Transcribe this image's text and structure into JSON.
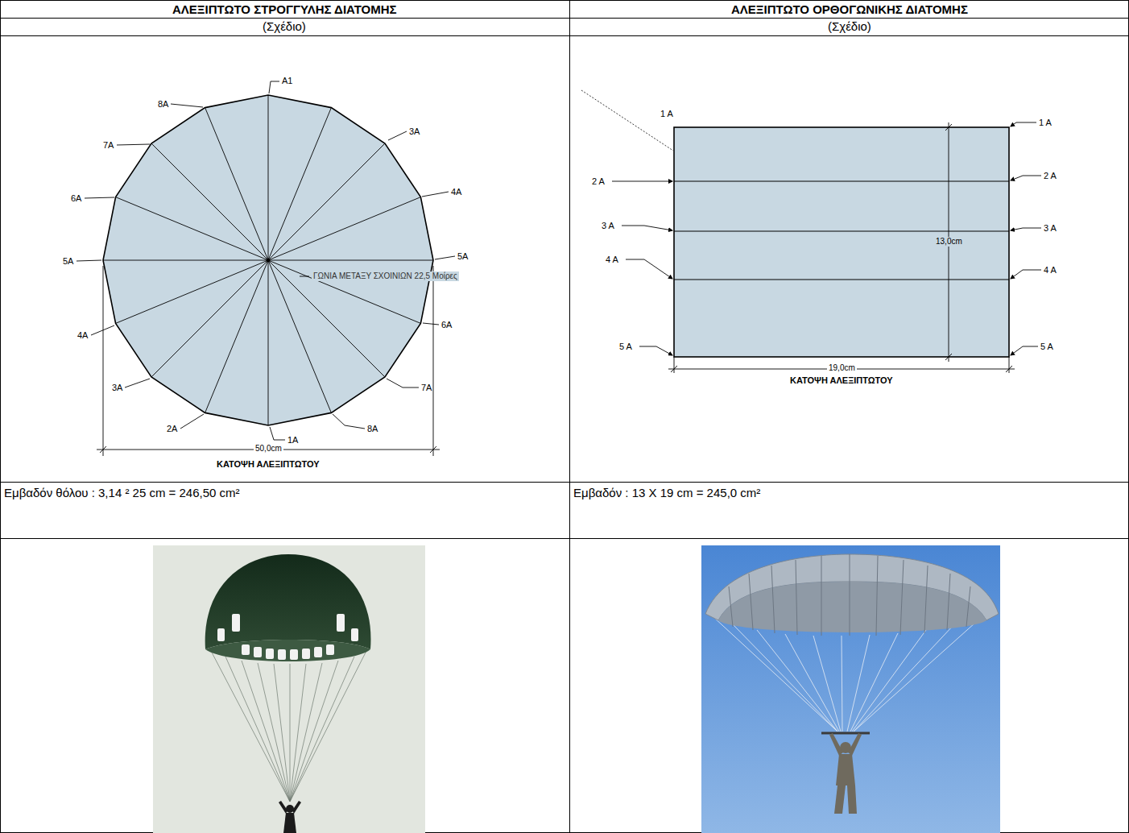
{
  "diagram": {
    "labels": [
      "ΑΛΕΞΙΠΤΩΤΟ ΣΤΡΟΓΓΥΛΗΣ ΔΙΑΤΟΜΗΣ",
      "ΑΛΕΞΙΠΤΩΤΟ ΟΡΘΟΓΩΝΙΚΗΣ ΔΙΑΤΟΜΗΣ",
      "(Σχέδιο)",
      "(Σχέδιο)",
      "A1",
      "8A",
      "3A",
      "7A",
      "4A",
      "6A",
      "5A",
      "5A",
      "ΓΩΝΙΑ ΜΕΤΑΞΥ ΣΧΟΙΝΙΩΝ 22,5 Μοίρες",
      "4A",
      "6A",
      "3A",
      "7A",
      "2A",
      "8A",
      "1A",
      "50,0cm",
      "ΚΑΤΟΨΗ ΑΛΕΞΙΠΤΩΤΟΥ",
      "1 A",
      "1 A",
      "2 A",
      "2 A",
      "3 A",
      "3 A",
      "13,0cm",
      "4 A",
      "4 A",
      "5 A",
      "5 A",
      "19,0cm",
      "ΚΑΤΟΨΗ ΑΛΕΞΙΠΤΩΤΟΥ",
      "Εμβαδόν θόλου : 3,14 ² 25 cm = 246,50 cm²",
      "Εμβαδόν : 13 X 19 cm = 245,0 cm²"
    ]
  }
}
